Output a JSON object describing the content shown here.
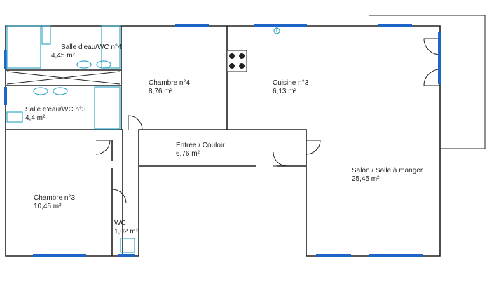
{
  "rooms": [
    {
      "name": "Salle d'eau/WC n°4",
      "area": "4,45  m²"
    },
    {
      "name": "Chambre n°4",
      "area": "8,76  m²"
    },
    {
      "name": "Cuisine n°3",
      "area": "6,13  m²"
    },
    {
      "name": "Salle d'eau/WC n°3",
      "area": "4,4  m²"
    },
    {
      "name": "Entrée / Couloir",
      "area": "6,76  m²"
    },
    {
      "name": "Salon / Salle à manger",
      "area": "25,45  m²"
    },
    {
      "name": "Chambre n°3",
      "area": "10,45  m²"
    },
    {
      "name": "WC",
      "area": "1,02  m²"
    }
  ],
  "colors": {
    "walls": "#222222",
    "windows": "#1f64c8",
    "fixtures": "#3aa9c9"
  }
}
